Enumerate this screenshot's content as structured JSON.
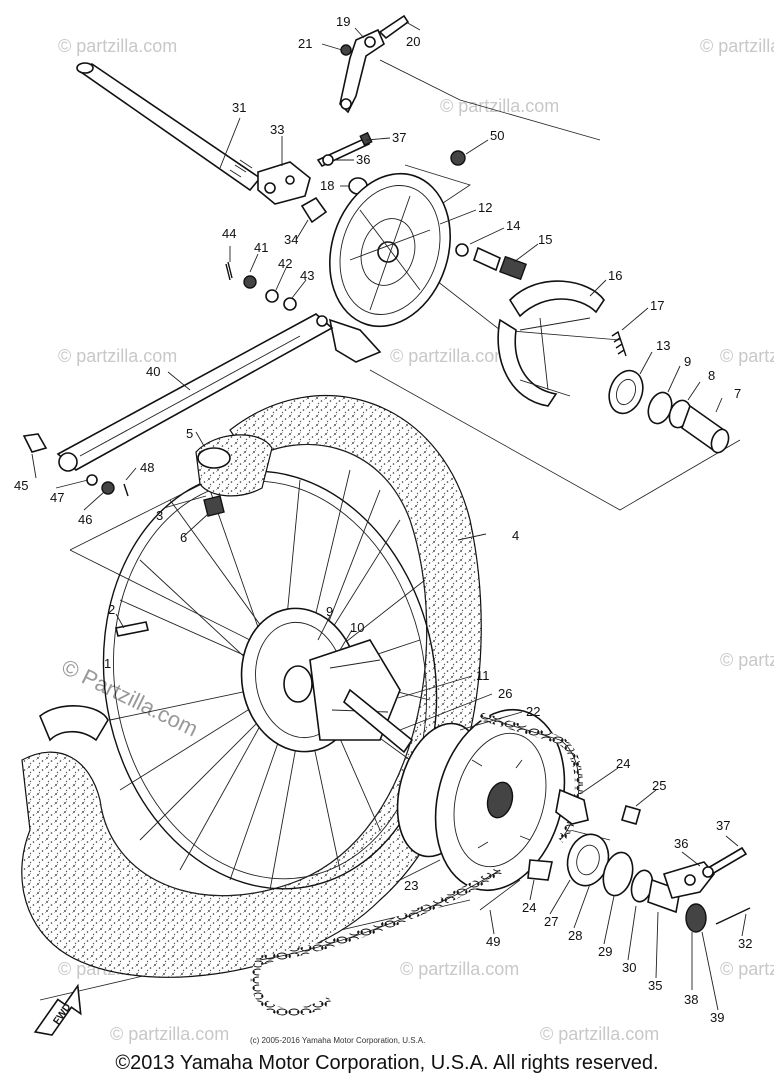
{
  "footer": {
    "copyright": "©2013 Yamaha Motor Corporation, U.S.A. All rights reserved.",
    "small_copyright": "(c) 2005-2016 Yamaha Motor Corporation, U.S.A."
  },
  "watermark": {
    "text": "© Partzilla.com",
    "small": "© partzilla.com"
  },
  "fwd_label": "FWD",
  "callouts": [
    "1",
    "2",
    "3",
    "4",
    "5",
    "6",
    "7",
    "8",
    "9",
    "9",
    "10",
    "11",
    "12",
    "13",
    "14",
    "15",
    "16",
    "17",
    "18",
    "19",
    "20",
    "21",
    "22",
    "23",
    "24",
    "24",
    "25",
    "26",
    "27",
    "28",
    "29",
    "30",
    "31",
    "32",
    "33",
    "34",
    "35",
    "36",
    "36",
    "37",
    "37",
    "38",
    "39",
    "40",
    "41",
    "42",
    "43",
    "44",
    "45",
    "46",
    "47",
    "48",
    "49",
    "50"
  ]
}
